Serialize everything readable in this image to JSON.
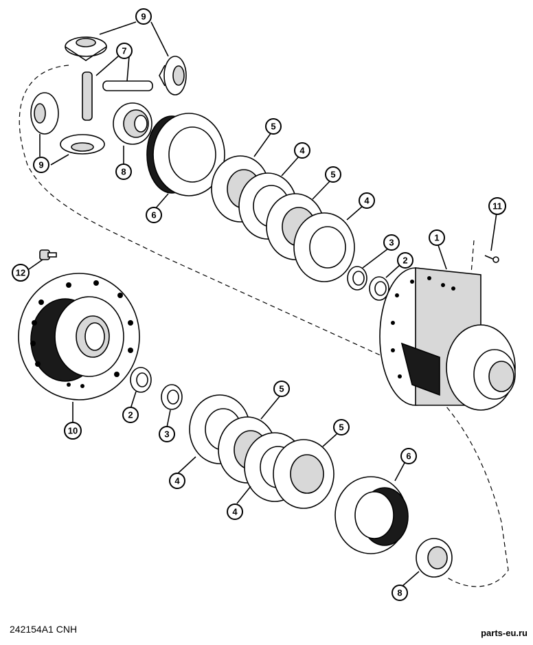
{
  "figure": {
    "code": "242154A1 CNH",
    "source": "parts-eu.ru"
  },
  "callouts": [
    {
      "id": "c9a",
      "label": "9"
    },
    {
      "id": "c7",
      "label": "7"
    },
    {
      "id": "c9b",
      "label": "9"
    },
    {
      "id": "c8a",
      "label": "8"
    },
    {
      "id": "c6a",
      "label": "6"
    },
    {
      "id": "c5a",
      "label": "5"
    },
    {
      "id": "c4a",
      "label": "4"
    },
    {
      "id": "c5b",
      "label": "5"
    },
    {
      "id": "c4b",
      "label": "4"
    },
    {
      "id": "c11",
      "label": "11"
    },
    {
      "id": "c1",
      "label": "1"
    },
    {
      "id": "c3a",
      "label": "3"
    },
    {
      "id": "c2a",
      "label": "2"
    },
    {
      "id": "c12",
      "label": "12"
    },
    {
      "id": "c10",
      "label": "10"
    },
    {
      "id": "c2b",
      "label": "2"
    },
    {
      "id": "c3b",
      "label": "3"
    },
    {
      "id": "c5c",
      "label": "5"
    },
    {
      "id": "c4c",
      "label": "4"
    },
    {
      "id": "c5d",
      "label": "5"
    },
    {
      "id": "c4d",
      "label": "4"
    },
    {
      "id": "c6b",
      "label": "6"
    },
    {
      "id": "c8b",
      "label": "8"
    }
  ]
}
